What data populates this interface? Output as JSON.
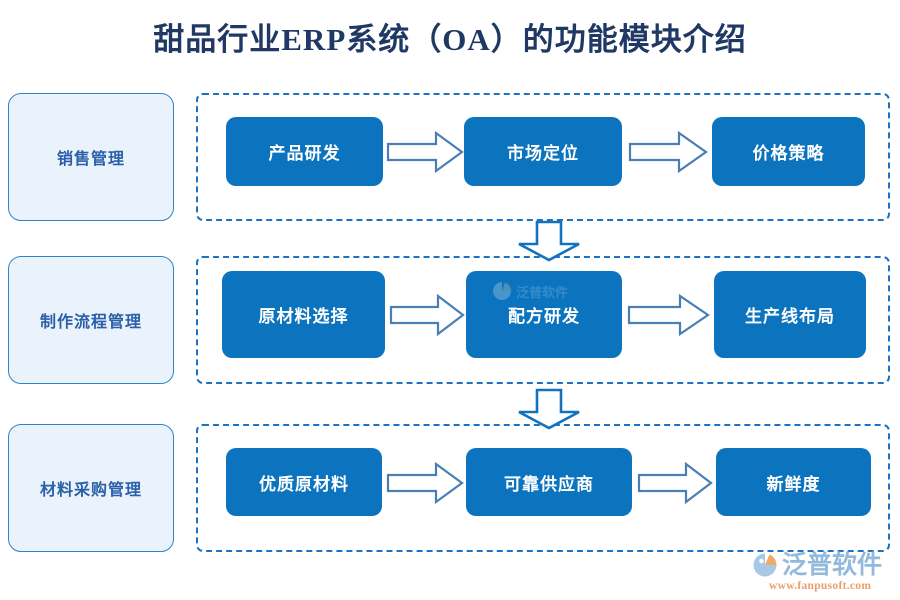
{
  "title": "甜品行业ERP系统（OA）的功能模块介绍",
  "colors": {
    "title": "#1F3864",
    "step_fill": "#0C74BE",
    "step_text": "#FFFFFF",
    "category_fill": "#EAF3FB",
    "category_border": "#2E83CE",
    "category_text": "#2B5FA8",
    "frame_dash": "#1E72C0",
    "arrow_stroke": "#4A7FB5",
    "arrow_fill": "#FFFFFF",
    "vertical_arrow_stroke": "#1272BE",
    "brand_name": "#93B9DC",
    "brand_url": "#E8A06A",
    "background": "#FFFFFF"
  },
  "rows": [
    {
      "category": "销售管理",
      "steps": [
        "产品研发",
        "市场定位",
        "价格策略"
      ]
    },
    {
      "category": "制作流程管理",
      "steps": [
        "原材料选择",
        "配方研发",
        "生产线布局"
      ]
    },
    {
      "category": "材料采购管理",
      "steps": [
        "优质原材料",
        "可靠供应商",
        "新鲜度"
      ]
    }
  ],
  "connectors": {
    "horizontal_icon": "right-arrow-icon",
    "vertical_icon": "down-arrow-icon",
    "count_horizontal": 6,
    "count_vertical": 2
  },
  "watermark": {
    "text": "泛普软件",
    "icon": "fanpu-logo-icon"
  },
  "brand": {
    "name": "泛普软件",
    "url": "www.fanpusoft.com",
    "icon": "fanpu-logo-icon"
  }
}
